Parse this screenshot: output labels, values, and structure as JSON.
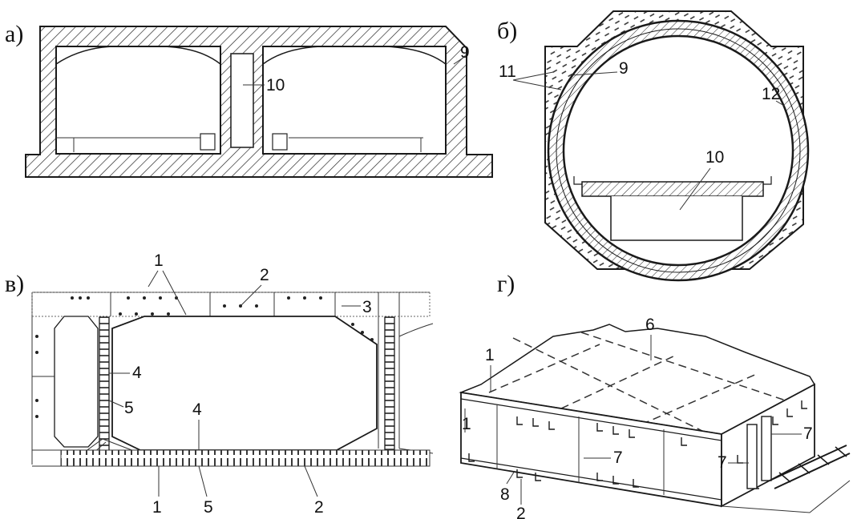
{
  "panels": {
    "a": {
      "letter": "а)",
      "labels": {
        "shell": "9",
        "gap": "10"
      }
    },
    "b": {
      "letter": "б)",
      "labels": {
        "fill": "11",
        "lining": "9",
        "ring": "12",
        "slab": "10"
      }
    },
    "v": {
      "letter": "в)",
      "labels": {
        "rib_top": "1",
        "skin_top": "2",
        "corner": "3",
        "web_upper": "4",
        "stiffener_left": "5",
        "web_lower": "4",
        "rib_bottom": "1",
        "stiffener_bottom": "5",
        "skin_bottom": "2"
      }
    },
    "g": {
      "letter": "г)",
      "labels": {
        "deck": "6",
        "edge_top": "1",
        "edge_side": "1",
        "bulkhead_front": "7",
        "bulkhead_side": "7",
        "bulkhead_right": "7",
        "cell": "8",
        "bracket": "2"
      }
    }
  }
}
